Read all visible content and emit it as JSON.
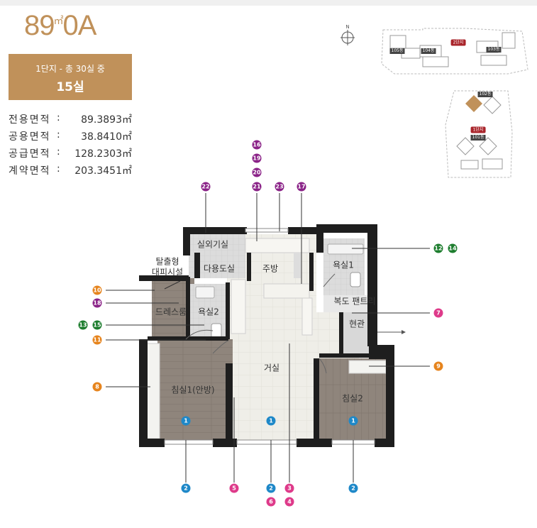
{
  "header": {
    "type_name": "89",
    "unit": "㎡",
    "type_suffix": "0A",
    "complex_info": "1단지 - 총 30실 중",
    "unit_count": "15실"
  },
  "areas": [
    {
      "label": "전용면적",
      "sep": ":",
      "value": "89.3893㎡"
    },
    {
      "label": "공용면적",
      "sep": ":",
      "value": "38.8410㎡"
    },
    {
      "label": "공급면적",
      "sep": ":",
      "value": "128.2303㎡"
    },
    {
      "label": "계약면적",
      "sep": ":",
      "value": "203.3451㎡"
    }
  ],
  "compass": {
    "north": "N"
  },
  "site_map": {
    "complex2_label": "2단지",
    "complex1_label": "1단지",
    "buildings": [
      "105동",
      "104동",
      "103동",
      "102동",
      "101동"
    ]
  },
  "rooms": {
    "outdoor_room": "실외기실",
    "utility_room": "다용도실",
    "kitchen": "주방",
    "bath1": "욕실1",
    "evac_1": "탈출형",
    "evac_2": "대피시설",
    "dressroom": "드레스룸",
    "bath2": "욕실2",
    "pantry": "복도 팬트리",
    "entrance": "현관",
    "living": "거실",
    "bedroom1": "침실1(안방)",
    "bedroom2": "침실2"
  },
  "markers": {
    "m1a": "1",
    "m1b": "1",
    "m1c": "1",
    "m2a": "2",
    "m2b": "2",
    "m2c": "2",
    "m3": "3",
    "m4": "4",
    "m5": "5",
    "m6": "6",
    "m7": "7",
    "m8": "8",
    "m9": "9",
    "m10": "10",
    "m11": "11",
    "m12": "12",
    "m13": "13",
    "m14": "14",
    "m15": "15",
    "m16": "16",
    "m17": "17",
    "m18": "18",
    "m19": "19",
    "m20": "20",
    "m21": "21",
    "m22": "22",
    "m23": "23"
  },
  "colors": {
    "accent": "#c0915a",
    "blue": "#1e88c8",
    "purple": "#8a2287",
    "green": "#1d7d2e",
    "orange": "#e6841d",
    "pink": "#de3a8a"
  }
}
